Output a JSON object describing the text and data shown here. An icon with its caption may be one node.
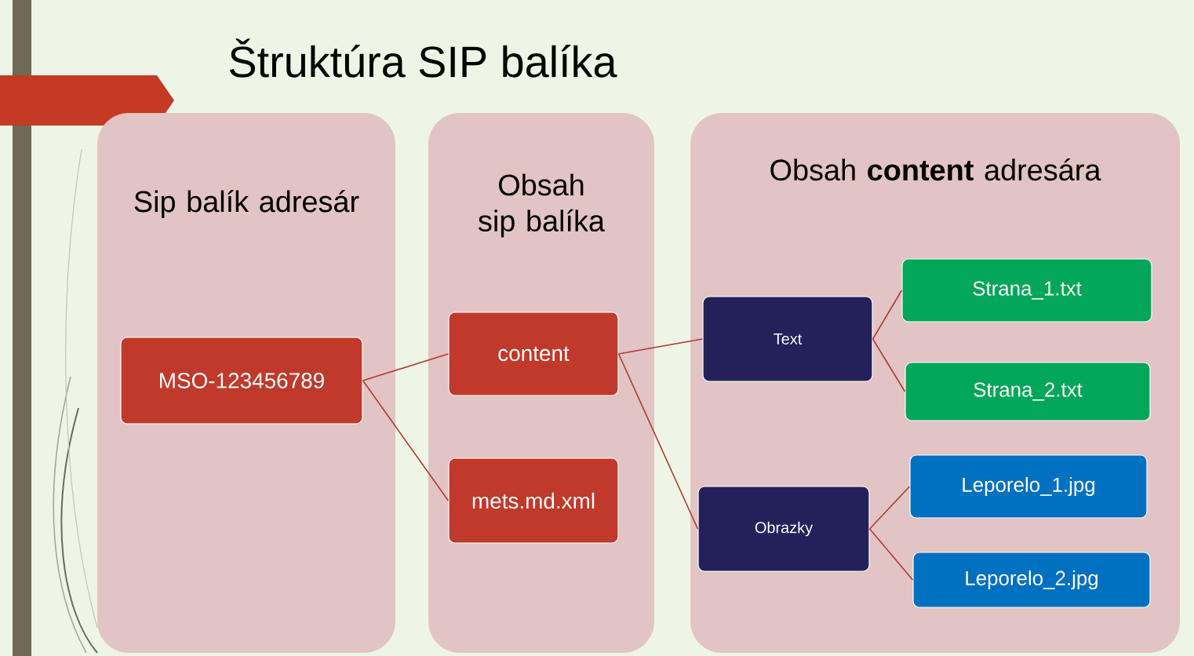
{
  "diagram": {
    "title": "Štruktúra SIP balíka",
    "nodes": [
      {
        "text": [
          "Sip balík adresár"
        ]
      },
      {
        "text": [
          "Obsah sip balíka"
        ]
      },
      {
        "text": [
          "Obsah **content** adresára"
        ]
      },
      {
        "text": [
          "MSO-123456789"
        ],
        "in": 0
      },
      {
        "text": [
          "content"
        ],
        "in": 1
      },
      {
        "text": [
          "mets.md.xml"
        ],
        "in": 1
      },
      {
        "text": [
          "Text"
        ],
        "in": 2
      },
      {
        "text": [
          "Strana_1.txt"
        ],
        "in": 2
      },
      {
        "text": [
          "Strana_2.txt"
        ],
        "in": 2
      },
      {
        "text": [
          "Obrazky"
        ],
        "in": 2
      },
      {
        "text": [
          "Leporelo_1.jpg"
        ],
        "in": 2
      },
      {
        "text": [
          "Leporelo_2.jpg"
        ],
        "in": 2
      }
    ],
    "edges": [
      {
        "from": 3,
        "to": 4,
        "arrow": "none"
      },
      {
        "from": 3,
        "to": 5,
        "arrow": "none"
      },
      {
        "from": 4,
        "to": 6,
        "arrow": "none"
      },
      {
        "from": 4,
        "to": 9,
        "arrow": "none"
      },
      {
        "from": 6,
        "to": 7,
        "arrow": "none"
      },
      {
        "from": 6,
        "to": 8,
        "arrow": "none"
      },
      {
        "from": 9,
        "to": 10,
        "arrow": "none"
      },
      {
        "from": 9,
        "to": 11,
        "arrow": "none"
      }
    ]
  }
}
